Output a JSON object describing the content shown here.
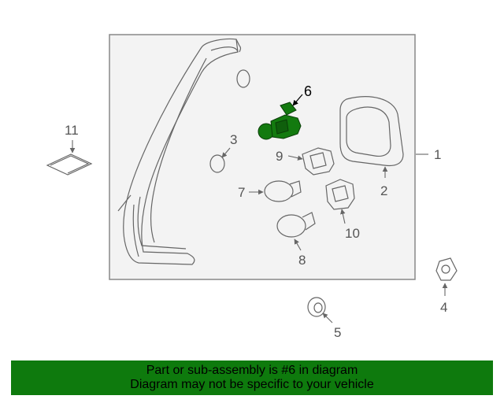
{
  "colors": {
    "highlight": "#137a0f",
    "banner_bg": "#0e7a0d",
    "line": "#666666",
    "frame": "#888888"
  },
  "callouts": {
    "c1": "1",
    "c2": "2",
    "c3": "3",
    "c4": "4",
    "c5": "5",
    "c6": "6",
    "c7": "7",
    "c8": "8",
    "c9": "9",
    "c10": "10",
    "c11": "11"
  },
  "banner": {
    "line1": "Part or sub-assembly is #6 in diagram",
    "line2": "Diagram may not be specific to your vehicle"
  }
}
